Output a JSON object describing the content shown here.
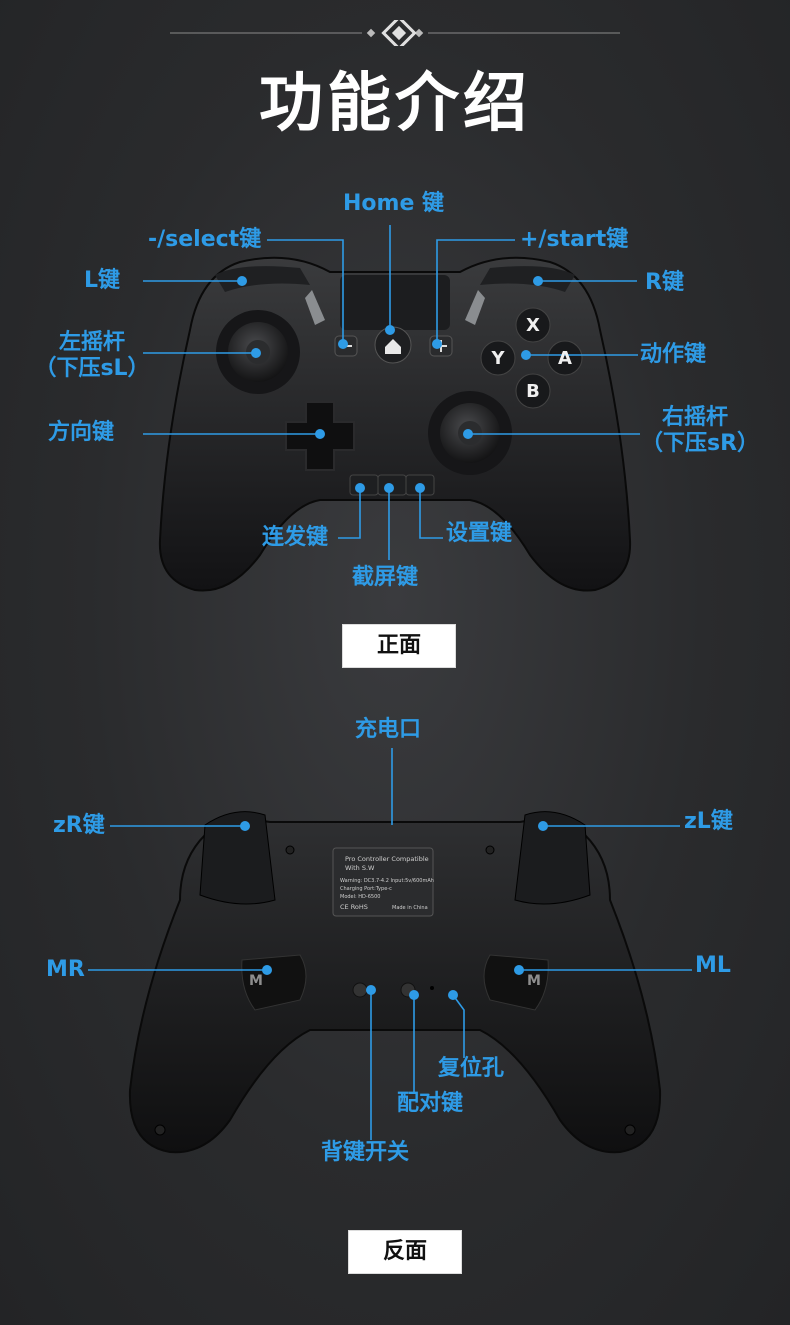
{
  "page": {
    "title": "功能介绍"
  },
  "front": {
    "badge": "正面",
    "labels": {
      "home": "Home 键",
      "select": "-/select键",
      "start": "+/start键",
      "l": "L键",
      "r": "R键",
      "left_stick_1": "左摇杆",
      "left_stick_2": "（下压sL）",
      "action": "动作键",
      "dpad": "方向键",
      "right_stick_1": "右摇杆",
      "right_stick_2": "（下压sR）",
      "turbo": "连发键",
      "settings": "设置键",
      "screenshot": "截屏键"
    },
    "face_buttons": {
      "x": "X",
      "y": "Y",
      "a": "A",
      "b": "B"
    }
  },
  "back": {
    "badge": "反面",
    "labels": {
      "charge": "充电口",
      "zr": "zR键",
      "zl": "zL键",
      "mr": "MR",
      "ml": "ML",
      "reset": "复位孔",
      "pair": "配对键",
      "back_switch": "背键开关"
    },
    "sticker": {
      "line1": "Pro Controller Compatible",
      "line2": "With S.W",
      "line3": "Warning: DC3.7-4.2  Input:5v/600mAh",
      "line4": "Charging Port:Type-c",
      "line5": "Model: HD-6500",
      "line6": "CE RoHS",
      "line7": "Made in China"
    },
    "paddle_left": "M",
    "paddle_right": "M"
  },
  "colors": {
    "accent": "#2e9be6",
    "background": "#2a2b2d"
  }
}
